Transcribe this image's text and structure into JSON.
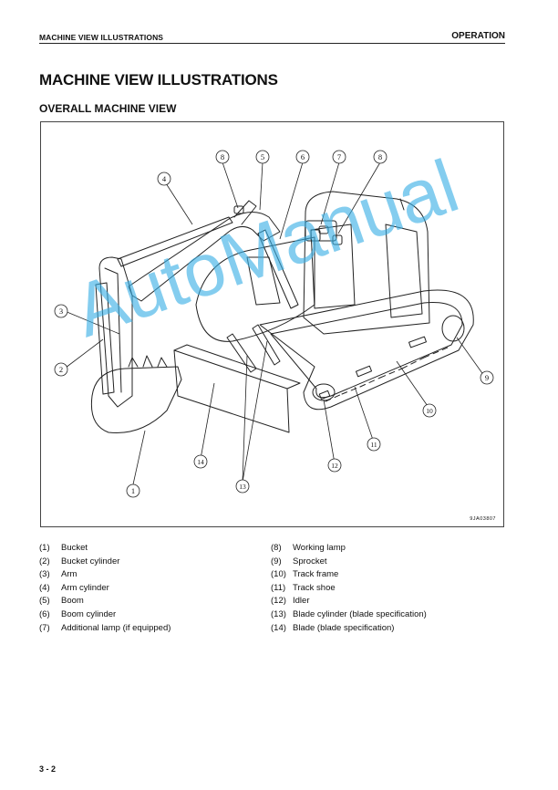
{
  "header": {
    "left": "MACHINE VIEW ILLUSTRATIONS",
    "right": "OPERATION"
  },
  "title": "MACHINE VIEW ILLUSTRATIONS",
  "section": "OVERALL MACHINE VIEW",
  "figure": {
    "code": "9JA03807",
    "callouts": [
      "1",
      "2",
      "3",
      "4",
      "5",
      "6",
      "7",
      "8",
      "8",
      "9",
      "10",
      "11",
      "12",
      "13",
      "14"
    ]
  },
  "legend_left": [
    {
      "num": "(1)",
      "label": "Bucket"
    },
    {
      "num": "(2)",
      "label": "Bucket cylinder"
    },
    {
      "num": "(3)",
      "label": "Arm"
    },
    {
      "num": "(4)",
      "label": "Arm cylinder"
    },
    {
      "num": "(5)",
      "label": "Boom"
    },
    {
      "num": "(6)",
      "label": "Boom cylinder"
    },
    {
      "num": "(7)",
      "label": "Additional lamp (if equipped)"
    }
  ],
  "legend_right": [
    {
      "num": "(8)",
      "label": "Working lamp"
    },
    {
      "num": "(9)",
      "label": "Sprocket"
    },
    {
      "num": "(10)",
      "label": "Track frame"
    },
    {
      "num": "(11)",
      "label": "Track shoe"
    },
    {
      "num": "(12)",
      "label": "Idler"
    },
    {
      "num": "(13)",
      "label": "Blade cylinder (blade specification)"
    },
    {
      "num": "(14)",
      "label": "Blade (blade specification)"
    }
  ],
  "footer": {
    "page": "3 - 2"
  },
  "watermark": "AutoManual"
}
